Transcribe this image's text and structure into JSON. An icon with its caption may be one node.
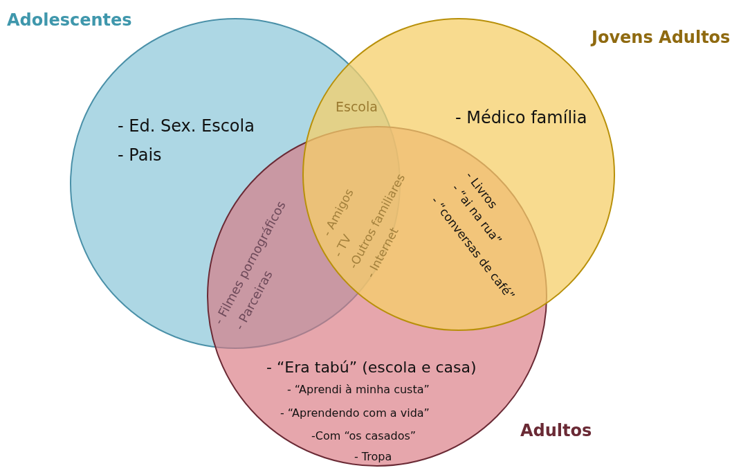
{
  "diagram": {
    "nodes": [
      {
        "text": [
          "Adolescentes"
        ]
      },
      {
        "text": [
          "Jovens Adultos"
        ]
      },
      {
        "text": [
          "Adultos"
        ]
      }
    ],
    "labels": [
      "- Ed. Sex. Escola",
      "- Pais",
      "Escola",
      "- Médico família",
      "- Filmes pornográficos",
      "- Parceiras",
      "- Amigos",
      "- TV",
      "-Outros familiares",
      "- Internet",
      "- Livros",
      "- “ai na rua”",
      "- “conversas de café”",
      "- “Era tabú” (escola e casa)",
      "- “Aprendi à minha custa”",
      "- “Aprendendo com a vida”",
      "-Com “os casados”",
      "- Tropa"
    ]
  }
}
